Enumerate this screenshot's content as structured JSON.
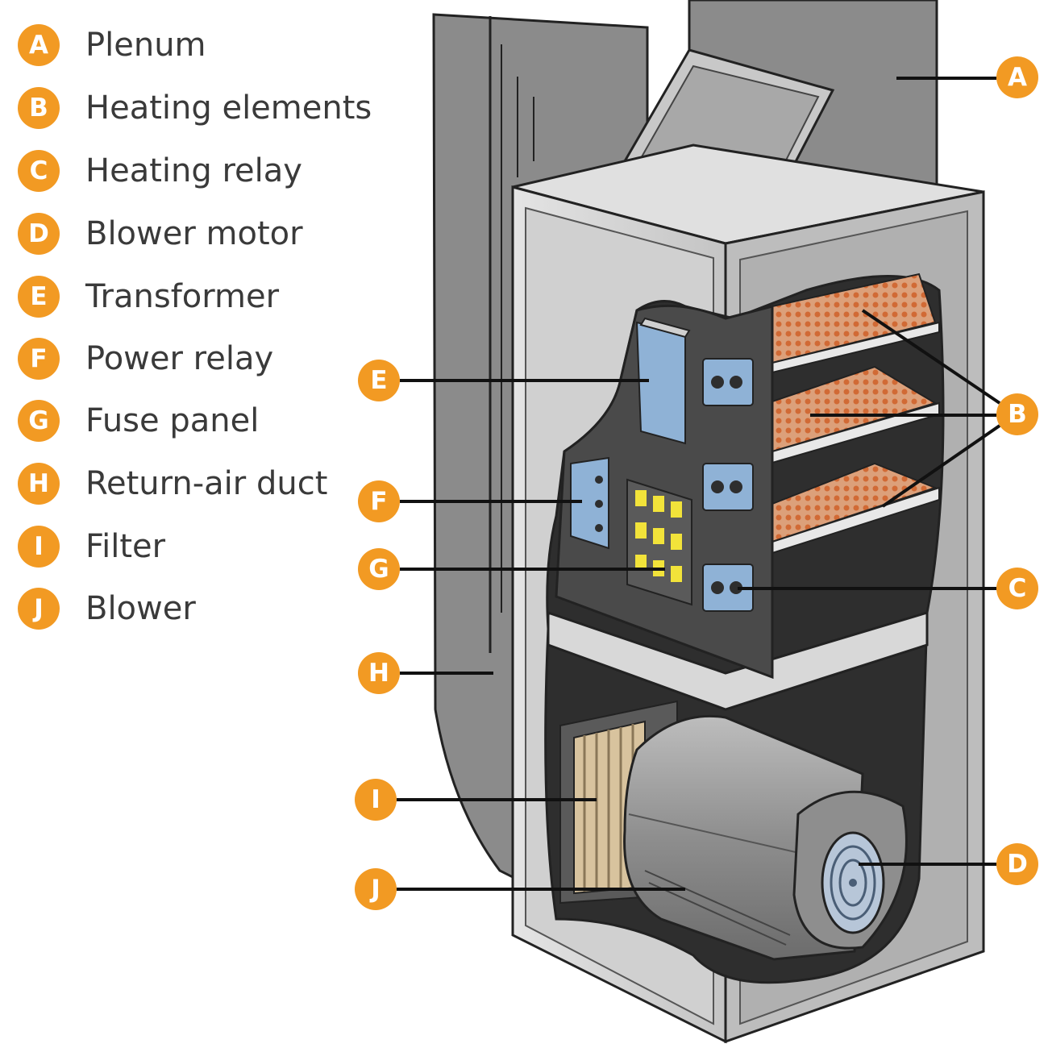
{
  "legend": [
    {
      "letter": "A",
      "label": "Plenum"
    },
    {
      "letter": "B",
      "label": "Heating elements"
    },
    {
      "letter": "C",
      "label": "Heating relay"
    },
    {
      "letter": "D",
      "label": "Blower motor"
    },
    {
      "letter": "E",
      "label": "Transformer"
    },
    {
      "letter": "F",
      "label": "Power relay"
    },
    {
      "letter": "G",
      "label": "Fuse panel"
    },
    {
      "letter": "H",
      "label": "Return-air duct"
    },
    {
      "letter": "I",
      "label": "Filter"
    },
    {
      "letter": "J",
      "label": "Blower"
    }
  ],
  "callouts": {
    "a": "A",
    "b": "B",
    "c": "C",
    "d": "D",
    "e": "E",
    "f": "F",
    "g": "G",
    "h": "H",
    "i": "I",
    "j": "J"
  },
  "colors": {
    "accent": "#f29a23",
    "duct": "#8b8b8b",
    "cabinet": "#d4d4d4",
    "panel": "#4a4a4a",
    "relay": "#8fb2d6",
    "fuse": "#f2e33a",
    "coil": "#e6905c",
    "filter": "#d8c39e"
  }
}
